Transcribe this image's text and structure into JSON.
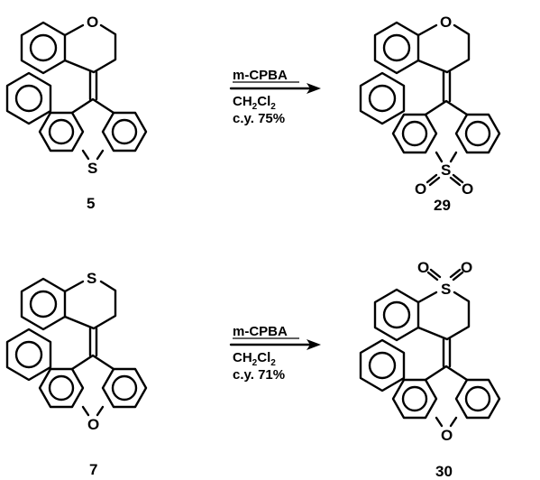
{
  "reactions": [
    {
      "reactant": {
        "compound_number": "5",
        "ring_heteroatom": "O",
        "lower_heteroatom": "S"
      },
      "reagent": "m-CPBA",
      "solvent": {
        "main": "CH",
        "sub1": "2",
        "mid": "Cl",
        "sub2": "2"
      },
      "yield": "c.y. 75%",
      "product": {
        "compound_number": "29",
        "ring_heteroatom": "O",
        "sulfone_s": "S",
        "sulfone_o1": "O",
        "sulfone_o2": "O"
      }
    },
    {
      "reactant": {
        "compound_number": "7",
        "ring_heteroatom": "S",
        "lower_heteroatom": "O"
      },
      "reagent": "m-CPBA",
      "solvent": {
        "main": "CH",
        "sub1": "2",
        "mid": "Cl",
        "sub2": "2"
      },
      "yield": "c.y. 71%",
      "product": {
        "compound_number": "30",
        "lower_heteroatom": "O",
        "sulfone_s": "S",
        "sulfone_o1": "O",
        "sulfone_o2": "O"
      }
    }
  ]
}
